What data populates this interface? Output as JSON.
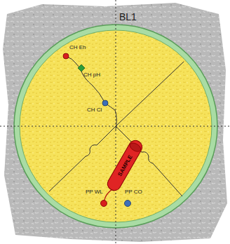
{
  "diagram": {
    "nodes": [
      {
        "text": [
          "BL1"
        ]
      },
      {
        "text": [
          "SAMPLE"
        ],
        "in": 0
      }
    ],
    "labels": [
      "CH Eh",
      "CH pH",
      "CH Cl",
      "PP WL",
      "PP CO"
    ]
  }
}
